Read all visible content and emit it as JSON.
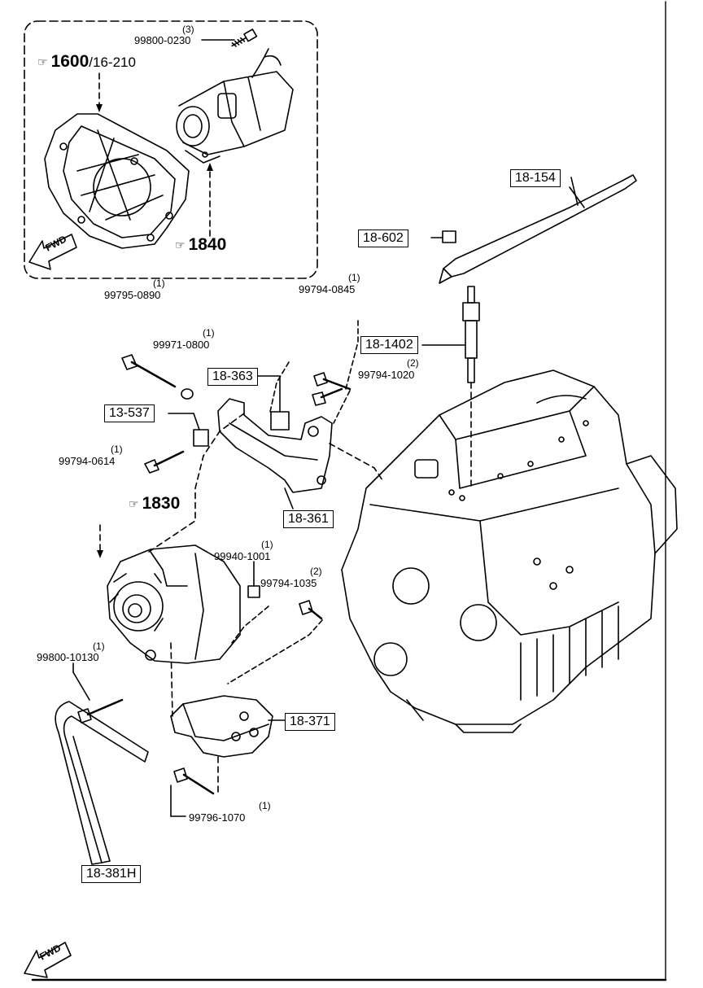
{
  "references": [
    {
      "id": "ref-1600",
      "main": "1600",
      "sub": "/16-210"
    },
    {
      "id": "ref-1840",
      "main": "1840",
      "sub": ""
    },
    {
      "id": "ref-1830",
      "main": "1830",
      "sub": ""
    }
  ],
  "part_boxes": {
    "p18_154": "18-154",
    "p18_602": "18-602",
    "p18_1402": "18-1402",
    "p18_363": "18-363",
    "p13_537": "13-537",
    "p18_361": "18-361",
    "p18_371": "18-371",
    "p18_381h": "18-381H"
  },
  "part_numbers": {
    "n99800_0230": {
      "number": "99800-0230",
      "qty": "(3)"
    },
    "n99794_0845": {
      "number": "99794-0845",
      "qty": "(1)"
    },
    "n99795_0890": {
      "number": "99795-0890",
      "qty": "(1)"
    },
    "n99971_0800": {
      "number": "99971-0800",
      "qty": "(1)"
    },
    "n99794_1020": {
      "number": "99794-1020",
      "qty": "(2)"
    },
    "n99794_0614": {
      "number": "99794-0614",
      "qty": "(1)"
    },
    "n99940_1001": {
      "number": "99940-1001",
      "qty": "(1)"
    },
    "n99794_1035": {
      "number": "99794-1035",
      "qty": "(2)"
    },
    "n99800_10130": {
      "number": "99800-10130",
      "qty": "(1)"
    },
    "n99796_1070": {
      "number": "99796-1070",
      "qty": "(1)"
    }
  },
  "fwd_label": "FWD"
}
